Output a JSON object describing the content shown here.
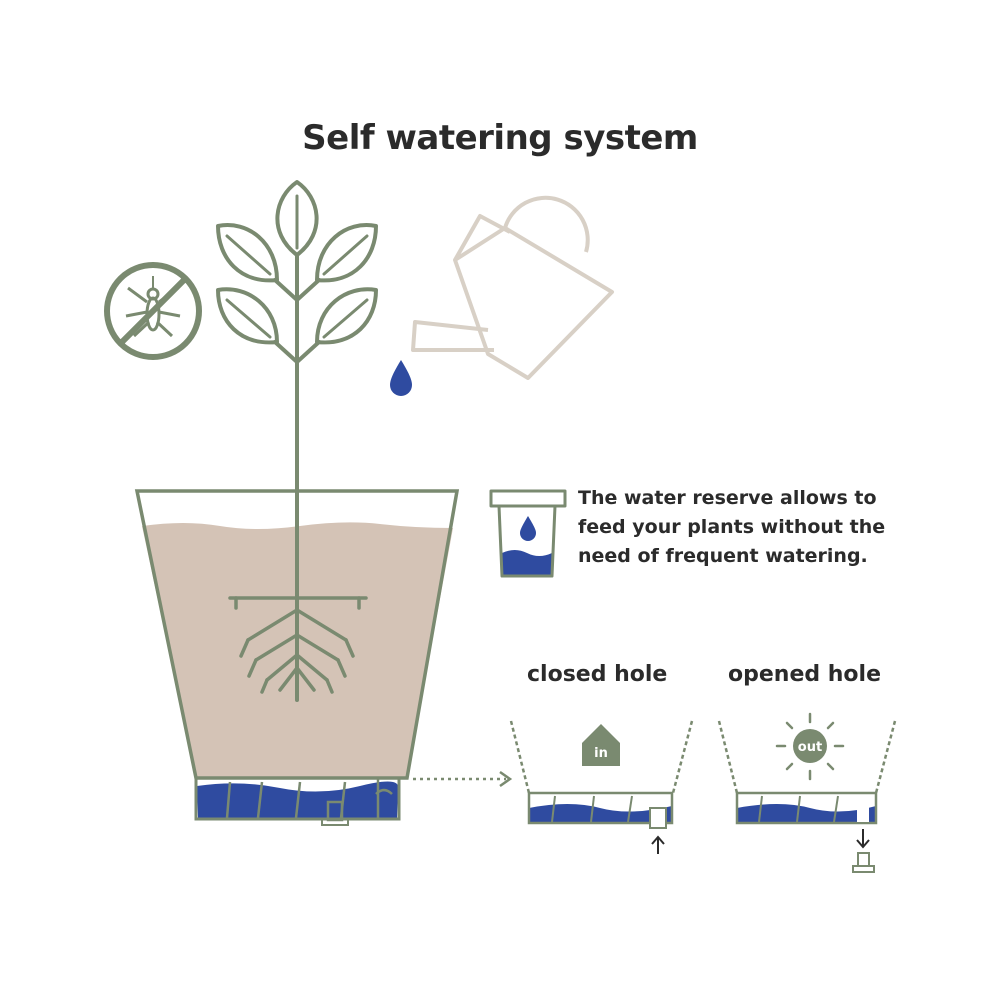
{
  "title": "Self watering system",
  "info_lines": [
    "The water reserve allows to",
    "feed your plants without the",
    "need of frequent watering."
  ],
  "closed_label": "closed hole",
  "opened_label": "opened hole",
  "in_badge": "in",
  "out_badge": "out",
  "icons": {
    "no_mosquito": "no-mosquito-icon",
    "watering_can": "watering-can-icon",
    "water_drop": "water-drop-icon",
    "reserve_pot": "reserve-pot-icon",
    "house": "house-icon",
    "sun": "sun-icon"
  },
  "colors": {
    "green": "#7a8a70",
    "blue": "#2f4ba0",
    "soil": "#d4c3b6",
    "can": "#d8d0c6",
    "text": "#2b2b2b"
  }
}
